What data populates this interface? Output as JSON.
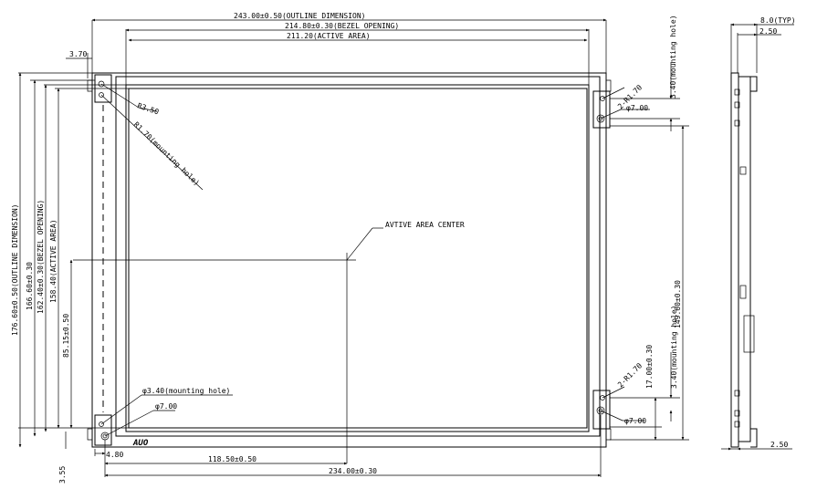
{
  "dimensions": {
    "outline_width": "243.00±0.50(OUTLINE DIMENSION)",
    "bezel_width": "214.80±0.30(BEZEL OPENING)",
    "active_width": "211.20(ACTIVE AREA)",
    "outline_height": "176.60±0.50(OUTLINE DIMENSION)",
    "outline_height_2": "166.60±0.30",
    "bezel_height": "162.40±0.30(BEZEL OPENING)",
    "active_height": "158.40(ACTIVE AREA)",
    "center_y": "85.15±0.50",
    "center_x": "118.50±0.50",
    "mount_spacing_x": "234.00±0.30",
    "mount_spacing_y": "149.60±0.30",
    "left_margin": "3.70",
    "bottom_margin": "3.55",
    "hole_offset": "4.80",
    "r350": "R3.50",
    "r170": "R1.70(mounting hole)",
    "phi340": "φ3.40(mounting hole)",
    "phi700_a": "φ7.00",
    "phi700_b": "φ7.00",
    "phi700_c": "φ7.00",
    "two_r170_top": "2-R1.70",
    "two_r170_bottom": "2-R1.70",
    "mount_340_top": "3.40(mounting hole)",
    "mount_340_bottom": "3.40(mounting hole)",
    "right_1700": "17.00±0.30",
    "thickness_typ": "8.0(TYP)",
    "side_top_250": "2.50",
    "side_bottom_250": "2.50"
  },
  "annotations": {
    "active_center": "AVTIVE AREA CENTER"
  },
  "brand": "AUO"
}
